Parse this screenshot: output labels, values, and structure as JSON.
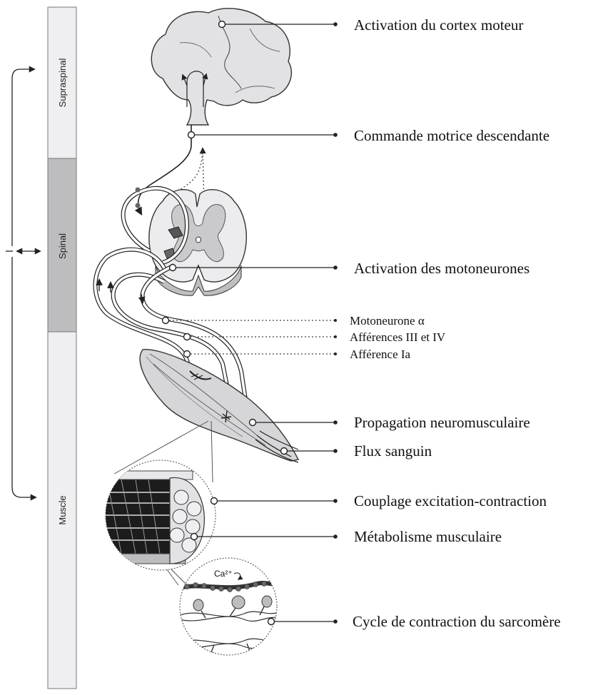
{
  "sidebar": {
    "segments": [
      {
        "key": "supraspinal",
        "label": "Supraspinal",
        "color": "#efeff1"
      },
      {
        "key": "spinal",
        "label": "Spinal",
        "color": "#bdbdc0"
      },
      {
        "key": "muscle",
        "label": "Muscle",
        "color": "#efeff1"
      }
    ]
  },
  "labels": {
    "cortex": "Activation du cortex moteur",
    "descending": "Commande motrice descendante",
    "motoneurons": "Activation des motoneurones",
    "alpha": "Motoneurone α",
    "afferents34": "Afférences III et IV",
    "afferentIa": "Afférence Ia",
    "propagation": "Propagation neuromusculaire",
    "bloodflow": "Flux sanguin",
    "coupling": "Couplage excitation-contraction",
    "metabolism": "Métabolisme musculaire",
    "sarcomere": "Cycle de contraction du sarcomère",
    "calcium": "Ca²⁺"
  },
  "colors": {
    "brain": "#e2e2e4",
    "spinal_white": "#ececee",
    "spinal_gray": "#cacacd",
    "muscle": "#d6d6d8",
    "line": "#222222"
  }
}
